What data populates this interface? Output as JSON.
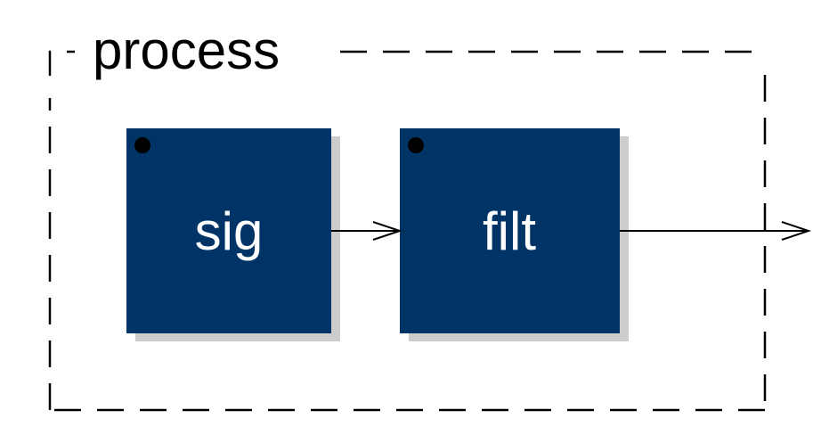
{
  "group": {
    "label": "process"
  },
  "blocks": [
    {
      "id": "sig",
      "label": "sig"
    },
    {
      "id": "filt",
      "label": "filt"
    }
  ],
  "colors": {
    "block_fill": "#003366",
    "block_shadow": "#cccccc",
    "block_text": "#ffffff",
    "line": "#000000",
    "background": "#ffffff"
  }
}
